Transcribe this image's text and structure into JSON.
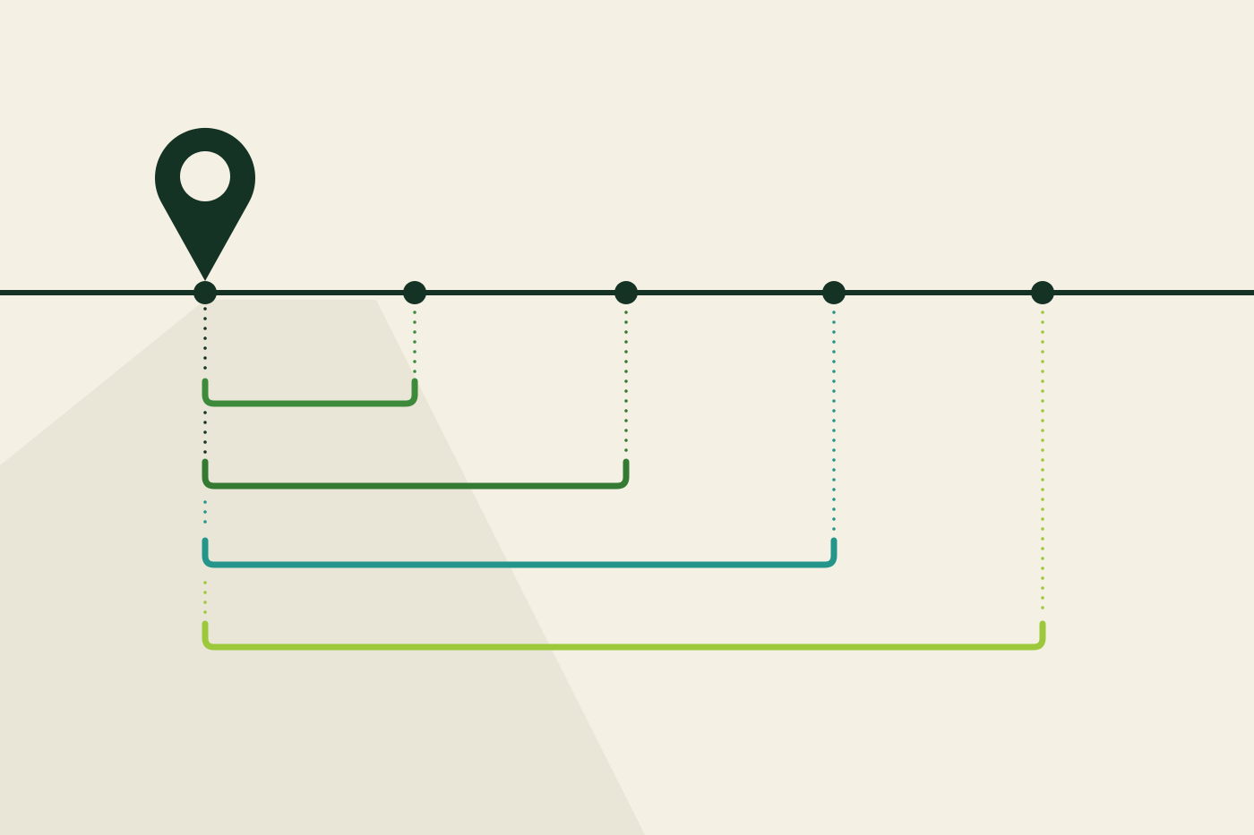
{
  "colors": {
    "background": "#f4f0e4",
    "shadow": "#e2dfcc",
    "line": "#143325",
    "pin": "#143325",
    "pin_hole": "#f4f0e4"
  },
  "icons": {
    "marker": "map-pin-icon"
  },
  "diagram": {
    "stop_count": 5,
    "origin_stop": 1,
    "ranges": [
      {
        "to_stop": 2,
        "color": "#3d8a3b"
      },
      {
        "to_stop": 3,
        "color": "#357a33"
      },
      {
        "to_stop": 4,
        "color": "#24958a"
      },
      {
        "to_stop": 5,
        "color": "#9cc93c"
      }
    ]
  }
}
